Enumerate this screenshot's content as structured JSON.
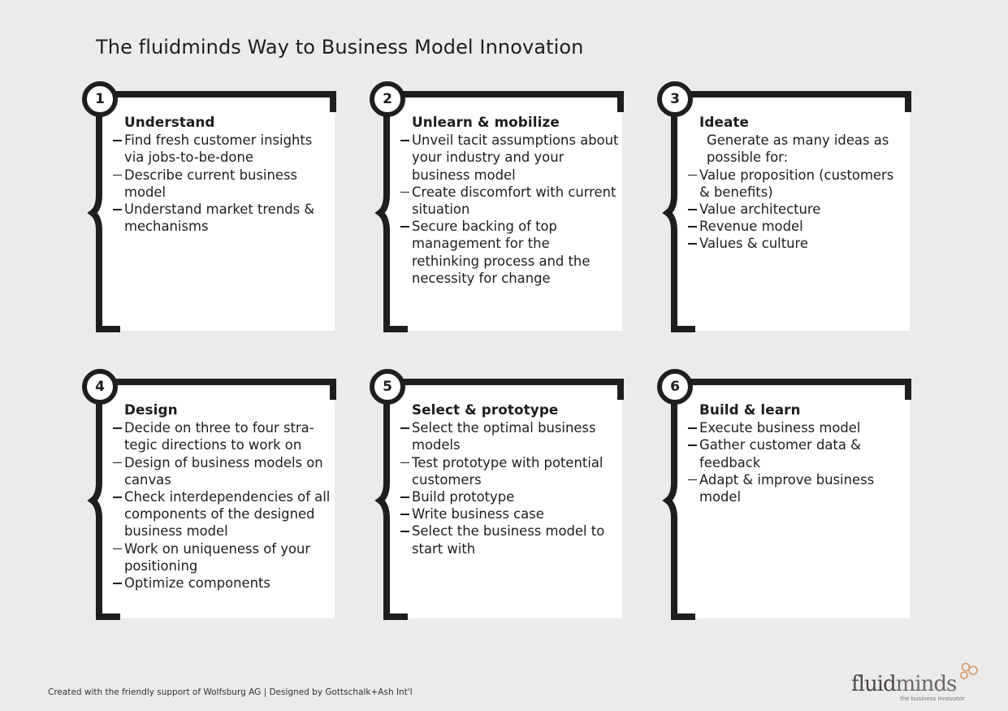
{
  "page": {
    "title": "The fluidminds Way to Business Model Innovation",
    "credits": "Created with the friendly support of Wolfsburg AG | Designed by Gottschalk+Ash Int'l"
  },
  "logo": {
    "word_part1": "fluid",
    "word_part2": "minds",
    "tagline": "the business innovator",
    "accent_color": "#d49a6a"
  },
  "colors": {
    "background": "#ecebea",
    "panel": "#ffffff",
    "frame": "#1e1e1e"
  },
  "steps": [
    {
      "number": "1",
      "heading": "Understand",
      "intro": "",
      "items": [
        "Find fresh customer insights via jobs-to-be-done",
        "Describe current business model",
        "Understand market trends & mechanisms"
      ]
    },
    {
      "number": "2",
      "heading": "Unlearn & mobilize",
      "intro": "",
      "items": [
        "Unveil tacit assumptions about your industry and your business model",
        "Create discomfort with current situation",
        "Secure backing of top management for the rethinking process and the necessity for change"
      ]
    },
    {
      "number": "3",
      "heading": "Ideate",
      "intro": "Generate as many ideas as possible for:",
      "items": [
        "Value proposition (customers & benefits)",
        "Value architecture",
        "Revenue model",
        "Values & culture"
      ]
    },
    {
      "number": "4",
      "heading": "Design",
      "intro": "",
      "items": [
        "Decide on three to four stra- tegic directions to work on",
        "Design of business models on canvas",
        "Check interdependencies of all components of the designed business model",
        "Work on uniqueness of your positioning",
        "Optimize components"
      ]
    },
    {
      "number": "5",
      "heading": "Select & prototype",
      "intro": "",
      "items": [
        "Select the optimal business models",
        "Test prototype with potential customers",
        "Build prototype",
        "Write business case",
        "Select the business model to start with"
      ]
    },
    {
      "number": "6",
      "heading": "Build & learn",
      "intro": "",
      "items": [
        "Execute business model",
        "Gather customer data & feedback",
        "Adapt & improve business model"
      ]
    }
  ]
}
